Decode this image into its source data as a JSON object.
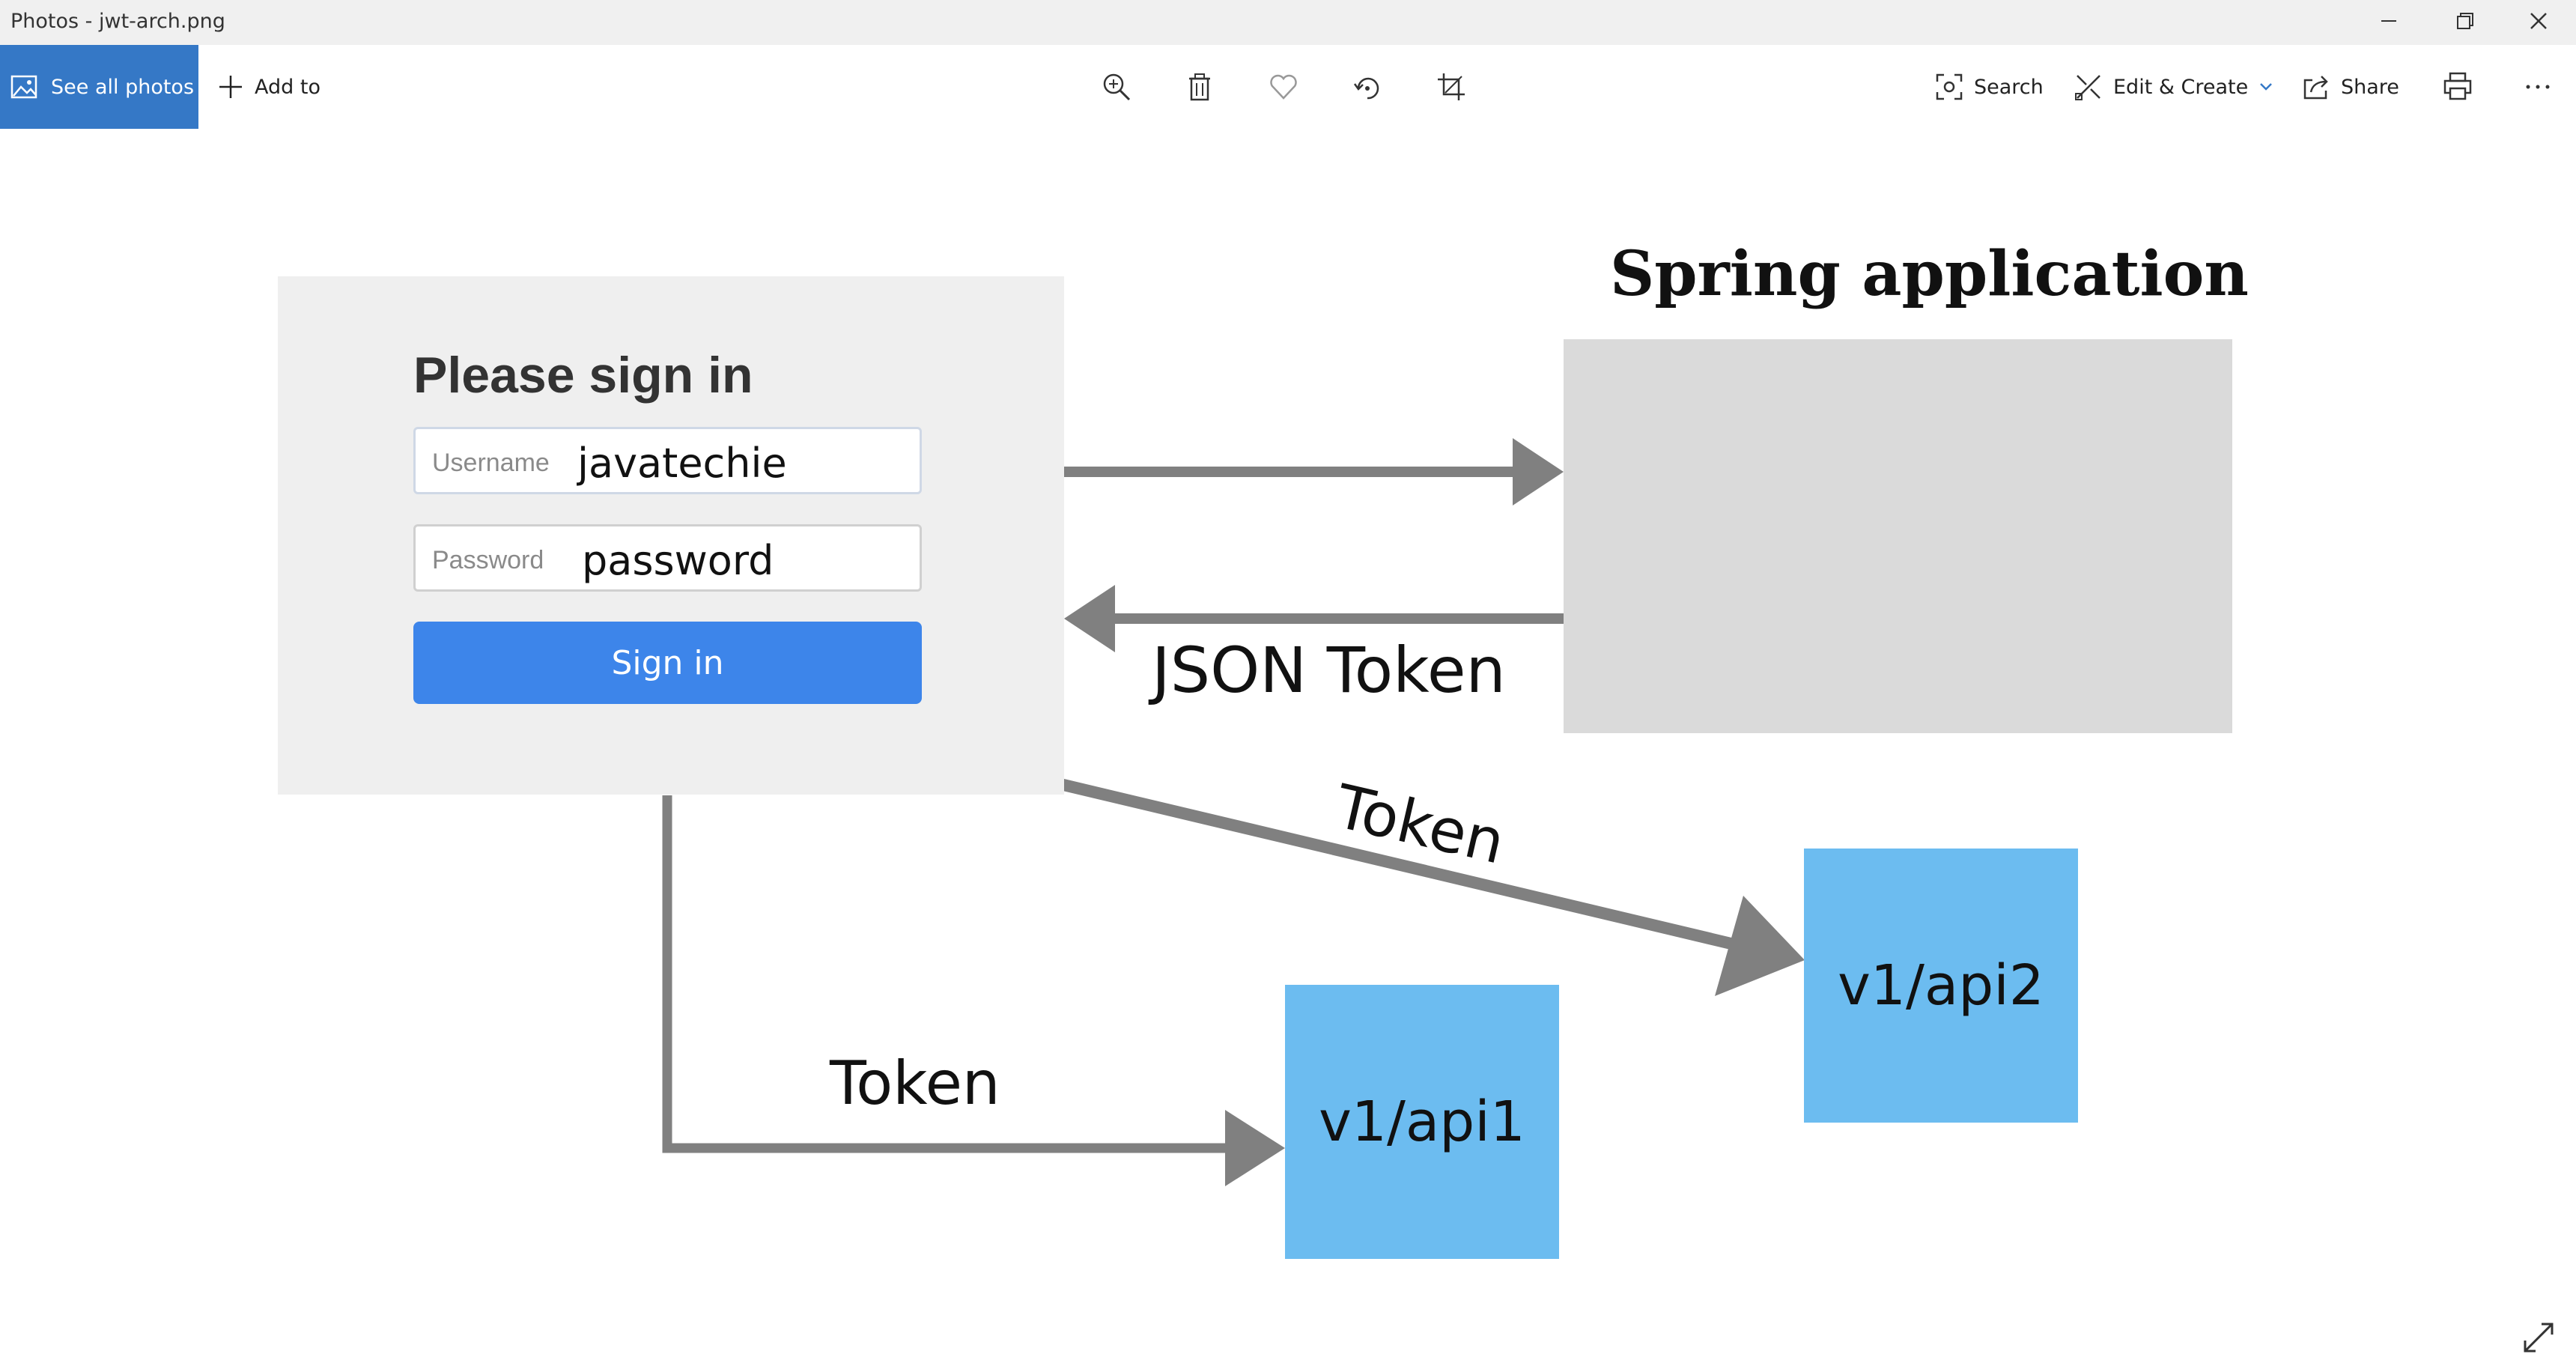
{
  "window": {
    "title": "Photos - jwt-arch.png",
    "controls": [
      "minimize",
      "restore",
      "close"
    ]
  },
  "toolbar": {
    "see_all_photos": "See all photos",
    "add_to": "Add to",
    "icons": [
      "zoom-icon",
      "delete-icon",
      "favorite-icon",
      "rotate-icon",
      "crop-icon"
    ],
    "search": "Search",
    "edit_create": "Edit & Create",
    "share": "Share",
    "print_icon": "print-icon",
    "more_icon": "more-icon"
  },
  "diagram": {
    "signin": {
      "title": "Please sign in",
      "username_placeholder": "Username",
      "username_value": "javatechie",
      "password_placeholder": "Password",
      "password_value": "password",
      "button": "Sign in"
    },
    "spring_title": "Spring application",
    "json_token_label": "JSON Token",
    "token_label_diagonal": "Token",
    "token_label_bottom": "Token",
    "api1": "v1/api1",
    "api2": "v1/api2"
  },
  "colors": {
    "accent": "#3578c6",
    "signin_button": "#3d85ea",
    "api_box": "#6cbcf0",
    "arrow": "#808080",
    "spring_box": "#dadada"
  }
}
